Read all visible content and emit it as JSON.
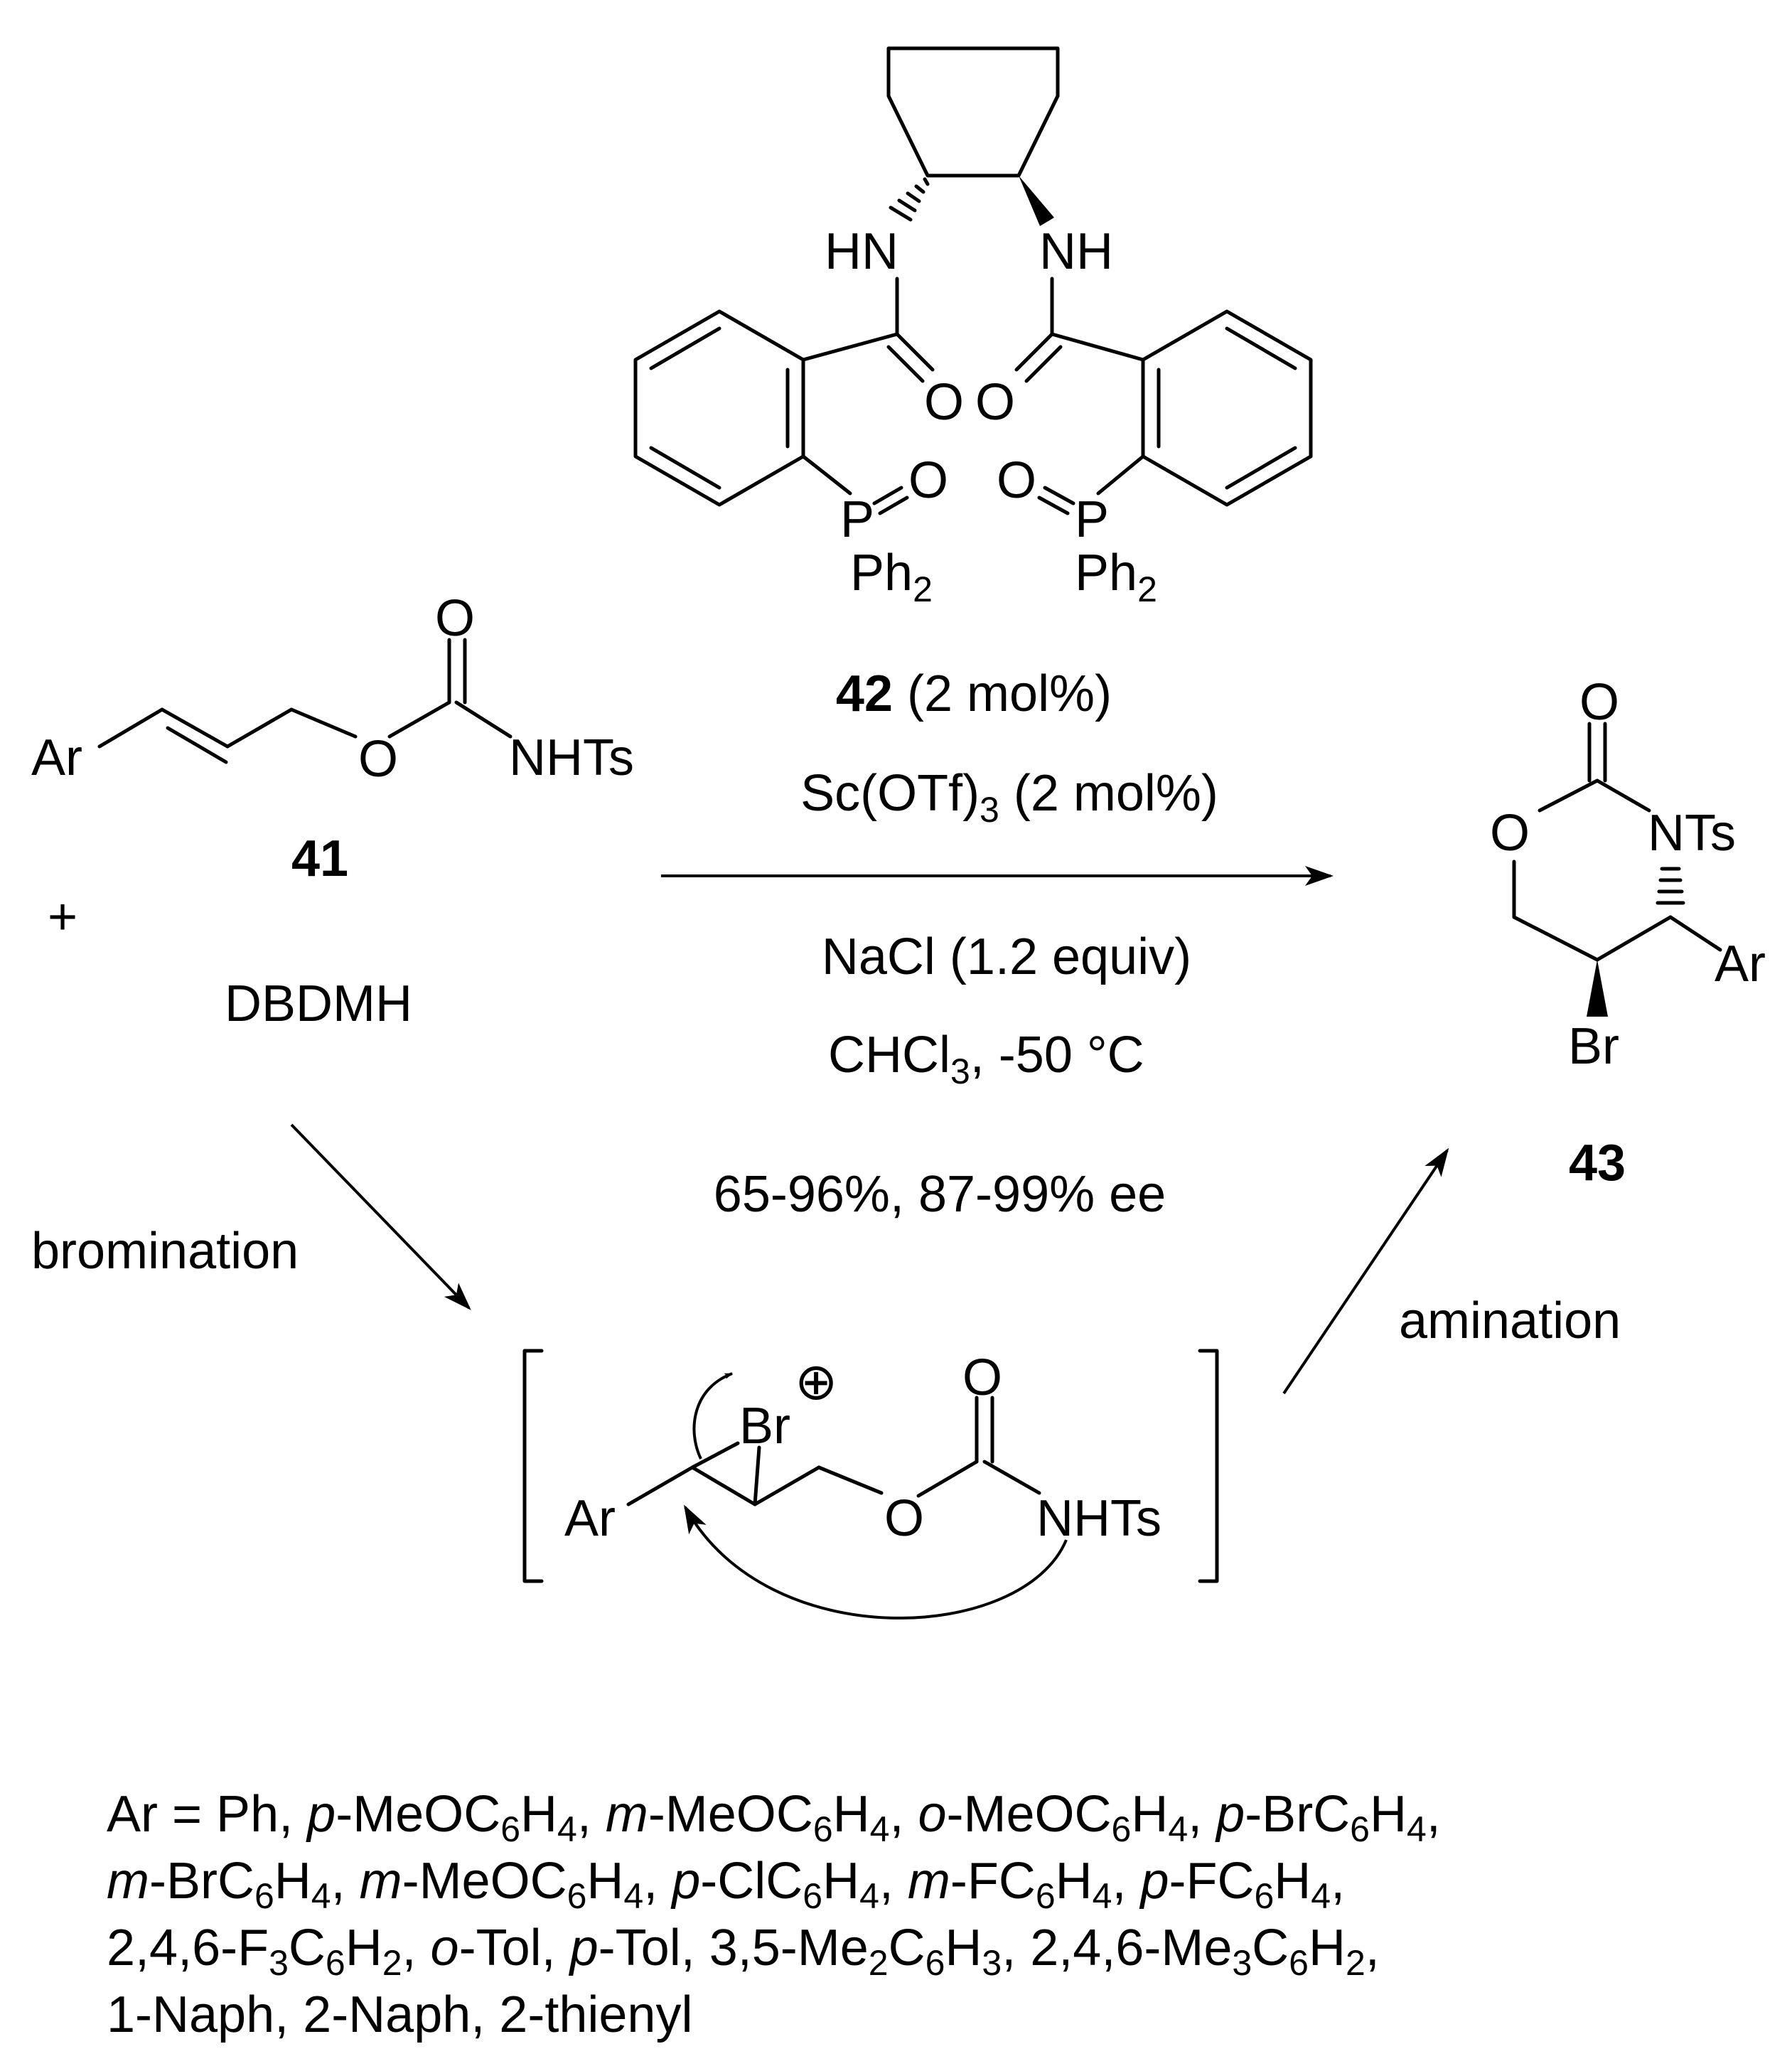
{
  "catalyst": {
    "number": "42",
    "loading": " (2 mol%)",
    "left_nh": "HN",
    "right_nh": "NH",
    "carbonyl_o": "O",
    "po_o": "O",
    "p": "P",
    "ph": "Ph",
    "ph_sub": "2"
  },
  "reagents": {
    "lewis_acid": "Sc(OTf)",
    "lewis_acid_sub": "3",
    "lewis_acid_loading": " (2 mol%)",
    "additive": "NaCl (1.2 equiv)",
    "solvent": "CHCl",
    "solvent_sub": "3",
    "temperature": ", -50 °C",
    "outcome": "65-96%, 87-99% ee"
  },
  "substrate": {
    "number": "41",
    "ar": "Ar",
    "o_carbonyl": "O",
    "o_ester": "O",
    "nh": "NHTs",
    "plus": "+",
    "cobrominating_agent": "DBDMH"
  },
  "product": {
    "number": "43",
    "o_carbonyl": "O",
    "o_ring": "O",
    "n": "NTs",
    "ar": "Ar",
    "br": "Br"
  },
  "intermediate": {
    "ar": "Ar",
    "br": "Br",
    "charge": "⊕",
    "o_carbonyl": "O",
    "o_ester": "O",
    "nh": "NHTs"
  },
  "steps": {
    "bromination": "bromination",
    "amination": "amination"
  },
  "ar_list": {
    "lines": [
      [
        [
          "Ar = Ph, ",
          ""
        ],
        [
          "p",
          "i"
        ],
        [
          "-MeOC",
          ""
        ],
        [
          "6",
          "s"
        ],
        [
          "H",
          ""
        ],
        [
          "4",
          "s"
        ],
        [
          ", ",
          ""
        ],
        [
          "m",
          "i"
        ],
        [
          "-MeOC",
          ""
        ],
        [
          "6",
          "s"
        ],
        [
          "H",
          ""
        ],
        [
          "4",
          "s"
        ],
        [
          ", ",
          ""
        ],
        [
          "o",
          "i"
        ],
        [
          "-MeOC",
          ""
        ],
        [
          "6",
          "s"
        ],
        [
          "H",
          ""
        ],
        [
          "4",
          "s"
        ],
        [
          ", ",
          ""
        ],
        [
          "p",
          "i"
        ],
        [
          "-BrC",
          ""
        ],
        [
          "6",
          "s"
        ],
        [
          "H",
          ""
        ],
        [
          "4",
          "s"
        ],
        [
          ",",
          ""
        ]
      ],
      [
        [
          "m",
          "i"
        ],
        [
          "-BrC",
          ""
        ],
        [
          "6",
          "s"
        ],
        [
          "H",
          ""
        ],
        [
          "4",
          "s"
        ],
        [
          ", ",
          ""
        ],
        [
          "m",
          "i"
        ],
        [
          "-MeOC",
          ""
        ],
        [
          "6",
          "s"
        ],
        [
          "H",
          ""
        ],
        [
          "4",
          "s"
        ],
        [
          ", ",
          ""
        ],
        [
          "p",
          "i"
        ],
        [
          "-ClC",
          ""
        ],
        [
          "6",
          "s"
        ],
        [
          "H",
          ""
        ],
        [
          "4",
          "s"
        ],
        [
          ", ",
          ""
        ],
        [
          "m",
          "i"
        ],
        [
          "-FC",
          ""
        ],
        [
          "6",
          "s"
        ],
        [
          "H",
          ""
        ],
        [
          "4",
          "s"
        ],
        [
          ", ",
          ""
        ],
        [
          "p",
          "i"
        ],
        [
          "-FC",
          ""
        ],
        [
          "6",
          "s"
        ],
        [
          "H",
          ""
        ],
        [
          "4",
          "s"
        ],
        [
          ",",
          ""
        ]
      ],
      [
        [
          "2,4,6-F",
          ""
        ],
        [
          "3",
          "s"
        ],
        [
          "C",
          ""
        ],
        [
          "6",
          "s"
        ],
        [
          "H",
          ""
        ],
        [
          "2",
          "s"
        ],
        [
          ", ",
          ""
        ],
        [
          "o",
          "i"
        ],
        [
          "-Tol, ",
          ""
        ],
        [
          "p",
          "i"
        ],
        [
          "-Tol, 3,5-Me",
          ""
        ],
        [
          "2",
          "s"
        ],
        [
          "C",
          ""
        ],
        [
          "6",
          "s"
        ],
        [
          "H",
          ""
        ],
        [
          "3",
          "s"
        ],
        [
          ", 2,4,6-Me",
          ""
        ],
        [
          "3",
          "s"
        ],
        [
          "C",
          ""
        ],
        [
          "6",
          "s"
        ],
        [
          "H",
          ""
        ],
        [
          "2",
          "s"
        ],
        [
          ",",
          ""
        ]
      ],
      [
        [
          "1-Naph, 2-Naph, 2-thienyl",
          ""
        ]
      ]
    ]
  }
}
